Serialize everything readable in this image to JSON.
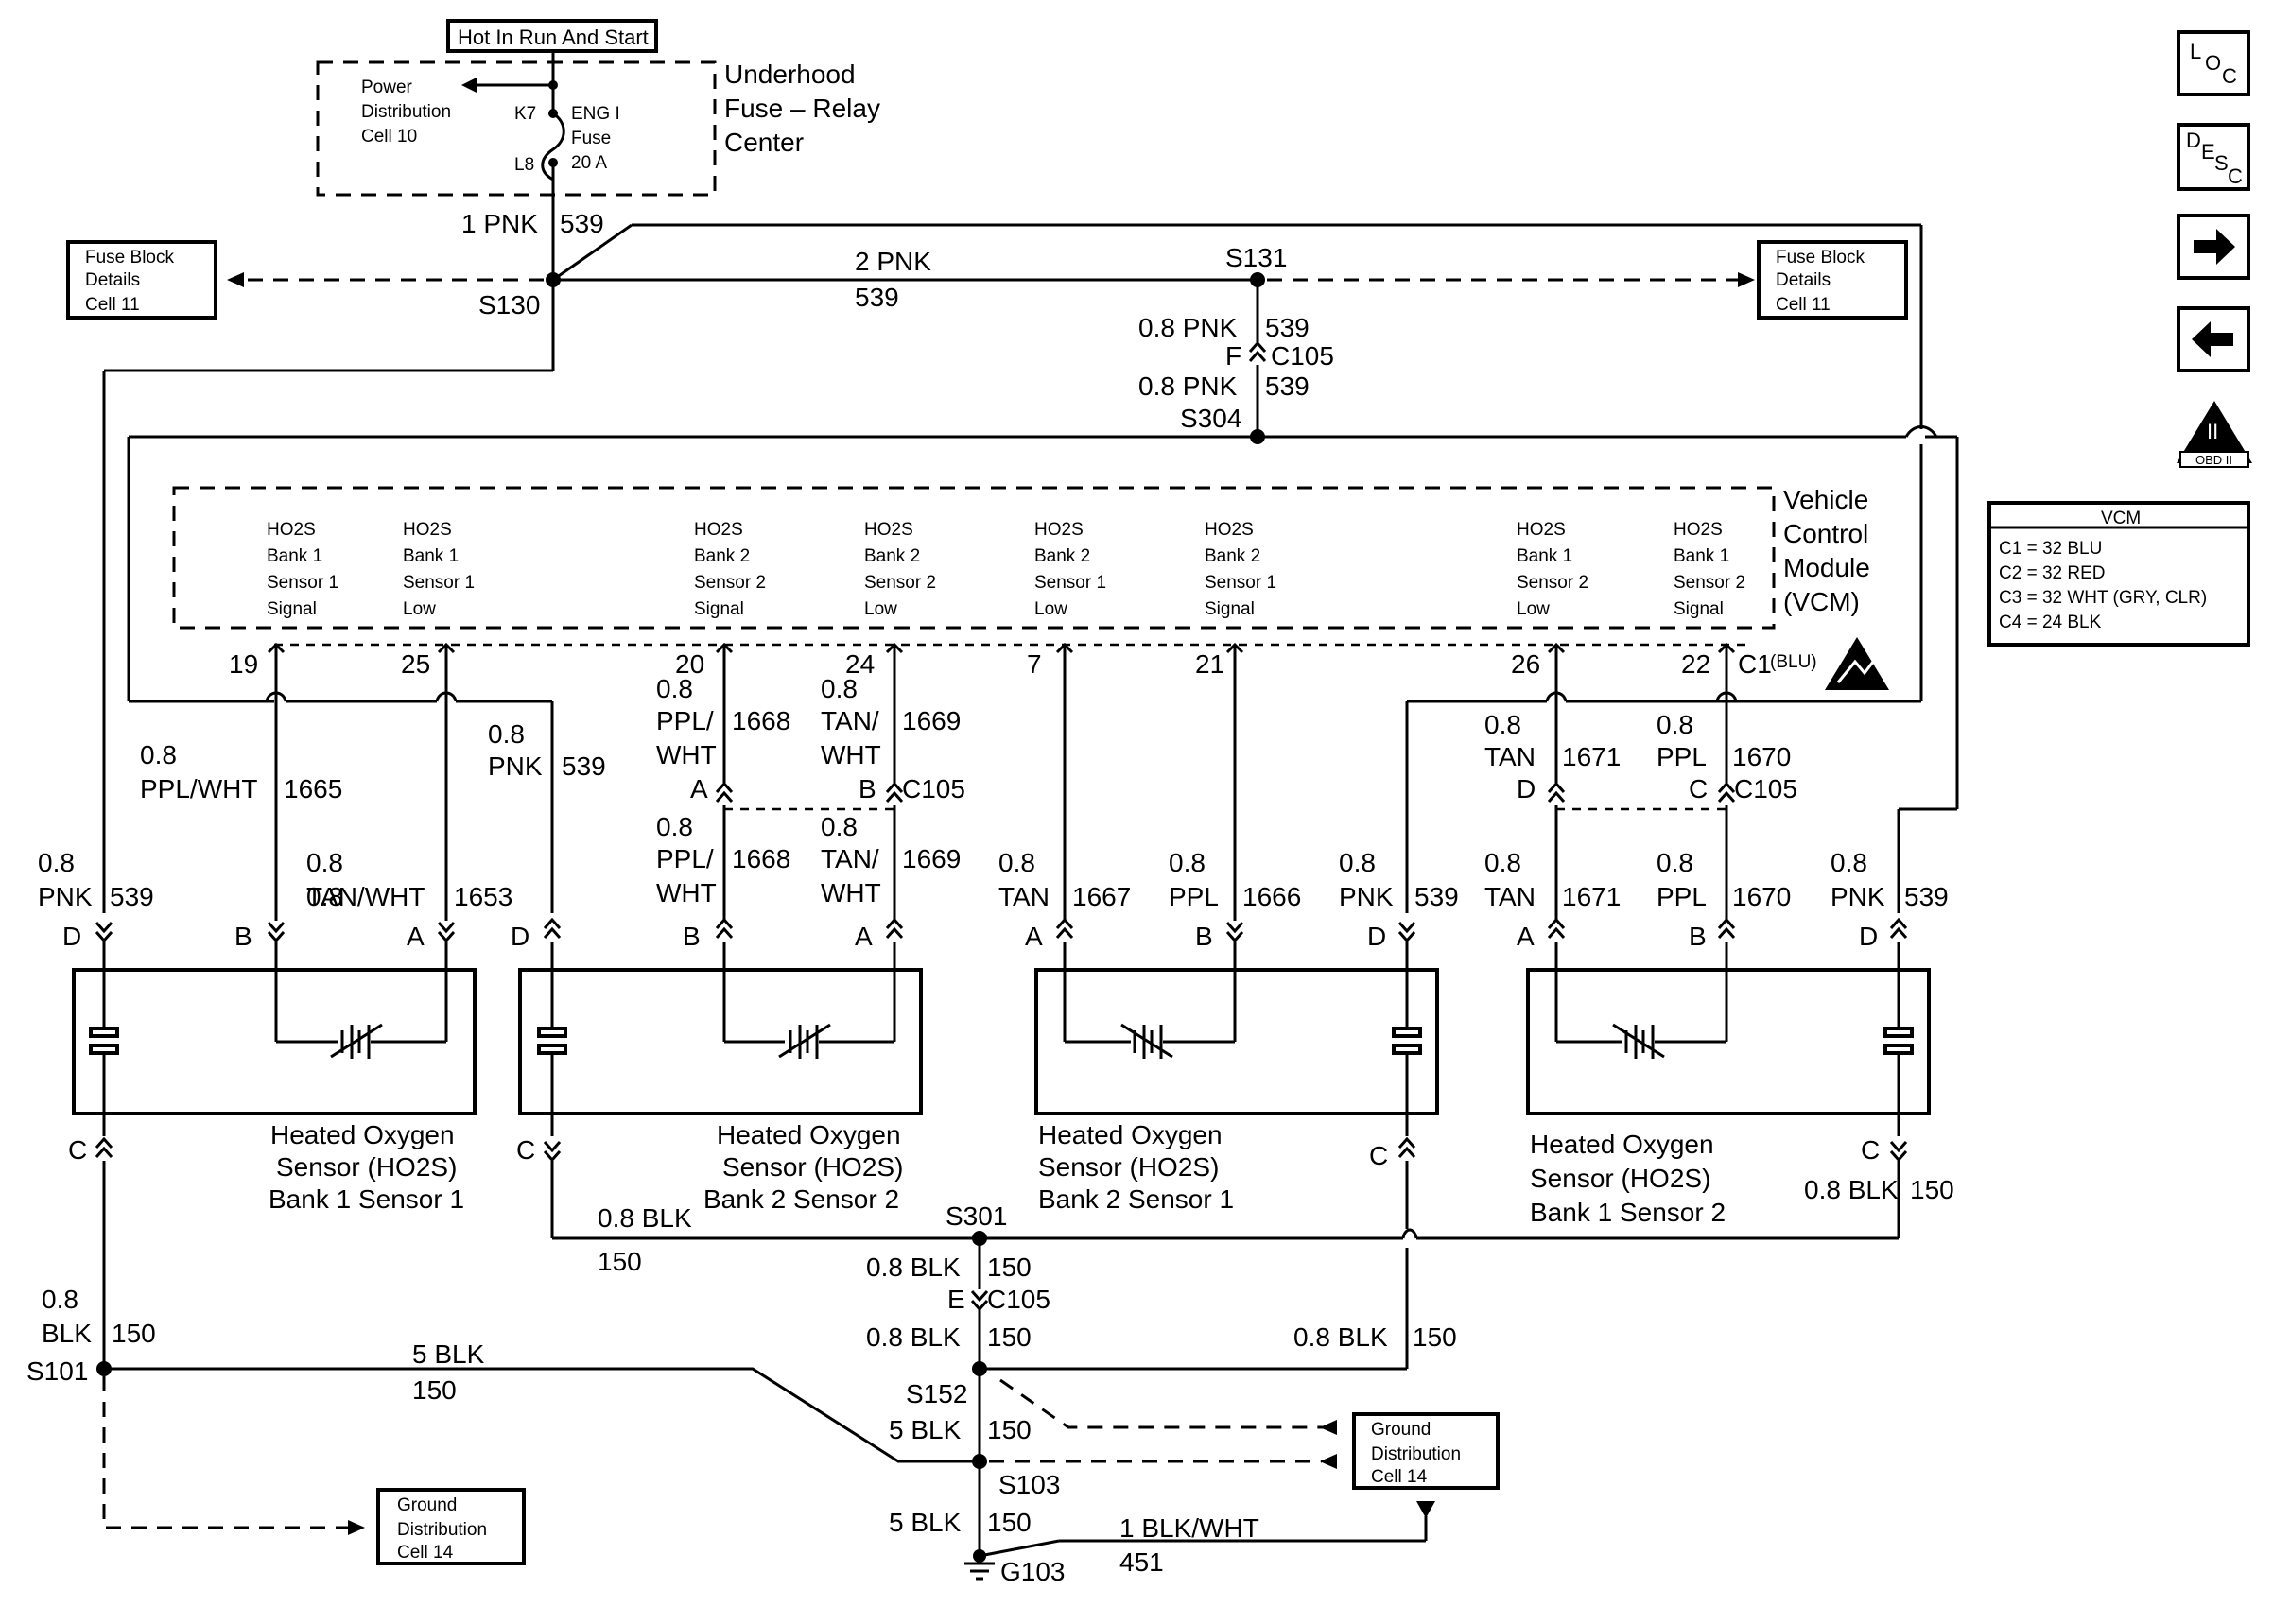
{
  "diagram": {
    "hot_label": "Hot In Run And Start",
    "fuse_center": {
      "name_lines": [
        "Underhood",
        "Fuse – Relay",
        "Center"
      ],
      "power_lines": [
        "Power",
        "Distribution",
        "Cell 10"
      ],
      "fuse_lines": [
        "ENG I",
        "Fuse",
        "20 A"
      ],
      "k7": "K7",
      "l8": "L8"
    },
    "ref_boxes": {
      "fuse_left": [
        "Fuse Block",
        "Details",
        "Cell 11"
      ],
      "fuse_right": [
        "Fuse Block",
        "Details",
        "Cell 11"
      ],
      "ground_mid": [
        "Ground",
        "Distribution",
        "Cell 14"
      ],
      "ground_left": [
        "Ground",
        "Distribution",
        "Cell 14"
      ]
    },
    "vcm": {
      "name_lines": [
        "Vehicle",
        "Control",
        "Module",
        "(VCM)"
      ],
      "connector_label": "C1",
      "connector_color": "(BLU)",
      "signals": [
        {
          "lines": [
            "HO2S",
            "Bank 1",
            "Sensor 1",
            "Signal"
          ],
          "pin": "19"
        },
        {
          "lines": [
            "HO2S",
            "Bank 1",
            "Sensor 1",
            "Low"
          ],
          "pin": "25"
        },
        {
          "lines": [
            "HO2S",
            "Bank 2",
            "Sensor 2",
            "Signal"
          ],
          "pin": "20"
        },
        {
          "lines": [
            "HO2S",
            "Bank 2",
            "Sensor 2",
            "Low"
          ],
          "pin": "24"
        },
        {
          "lines": [
            "HO2S",
            "Bank 2",
            "Sensor 1",
            "Low"
          ],
          "pin": "7"
        },
        {
          "lines": [
            "HO2S",
            "Bank 2",
            "Sensor 1",
            "Signal"
          ],
          "pin": "21"
        },
        {
          "lines": [
            "HO2S",
            "Bank 1",
            "Sensor 2",
            "Low"
          ],
          "pin": "26"
        },
        {
          "lines": [
            "HO2S",
            "Bank 1",
            "Sensor 2",
            "Signal"
          ],
          "pin": "22"
        }
      ]
    },
    "vcm_legend": {
      "title": "VCM",
      "lines": [
        "C1 = 32 BLU",
        "C2 = 32 RED",
        "C3 = 32 WHT (GRY, CLR)",
        "C4 = 24 BLK"
      ]
    },
    "nav_icons": {
      "loc": [
        "L",
        "O",
        "C"
      ],
      "desc": [
        "D",
        "E",
        "S",
        "C"
      ],
      "obd_numeral": "II",
      "obd_text": "OBD II"
    },
    "sensors": [
      {
        "lines": [
          "Heated Oxygen",
          "Sensor (HO2S)",
          "Bank 1 Sensor 1"
        ]
      },
      {
        "lines": [
          "Heated Oxygen",
          "Sensor (HO2S)",
          "Bank 2 Sensor 2"
        ]
      },
      {
        "lines": [
          "Heated Oxygen",
          "Sensor (HO2S)",
          "Bank 2 Sensor 1"
        ]
      },
      {
        "lines": [
          "Heated Oxygen",
          "Sensor (HO2S)",
          "Bank 1 Sensor 2"
        ]
      }
    ],
    "splices": {
      "s130": "S130",
      "s131": "S131",
      "s304": "S304",
      "s301": "S301",
      "s152": "S152",
      "s103": "S103",
      "s101": "S101",
      "g103": "G103"
    },
    "connectors": {
      "c105": "C105",
      "F": "F",
      "E": "E",
      "A": "A",
      "B": "B",
      "C": "C",
      "D": "D"
    },
    "wires": {
      "pnk1": "1 PNK",
      "pnk2": "2 PNK",
      "pnk08": "0.8 PNK",
      "ckt539": "539",
      "g08": "0.8",
      "pnk": "PNK",
      "ppl_wht": "PPL/WHT",
      "ppl_wht_split": "PPL/",
      "wht": "WHT",
      "tan_wht_split": "TAN/",
      "tan_wht": "TAN/WHT",
      "tan": "TAN",
      "ppl": "PPL",
      "c1665": "1665",
      "c1653": "1653",
      "c1668": "1668",
      "c1669": "1669",
      "c1667": "1667",
      "c1666": "1666",
      "c1671": "1671",
      "c1670": "1670",
      "blk08": "0.8 BLK",
      "blk": "BLK",
      "blk5": "5 BLK",
      "ckt150": "150",
      "blkwht1": "1 BLK/WHT",
      "ckt451": "451"
    }
  }
}
